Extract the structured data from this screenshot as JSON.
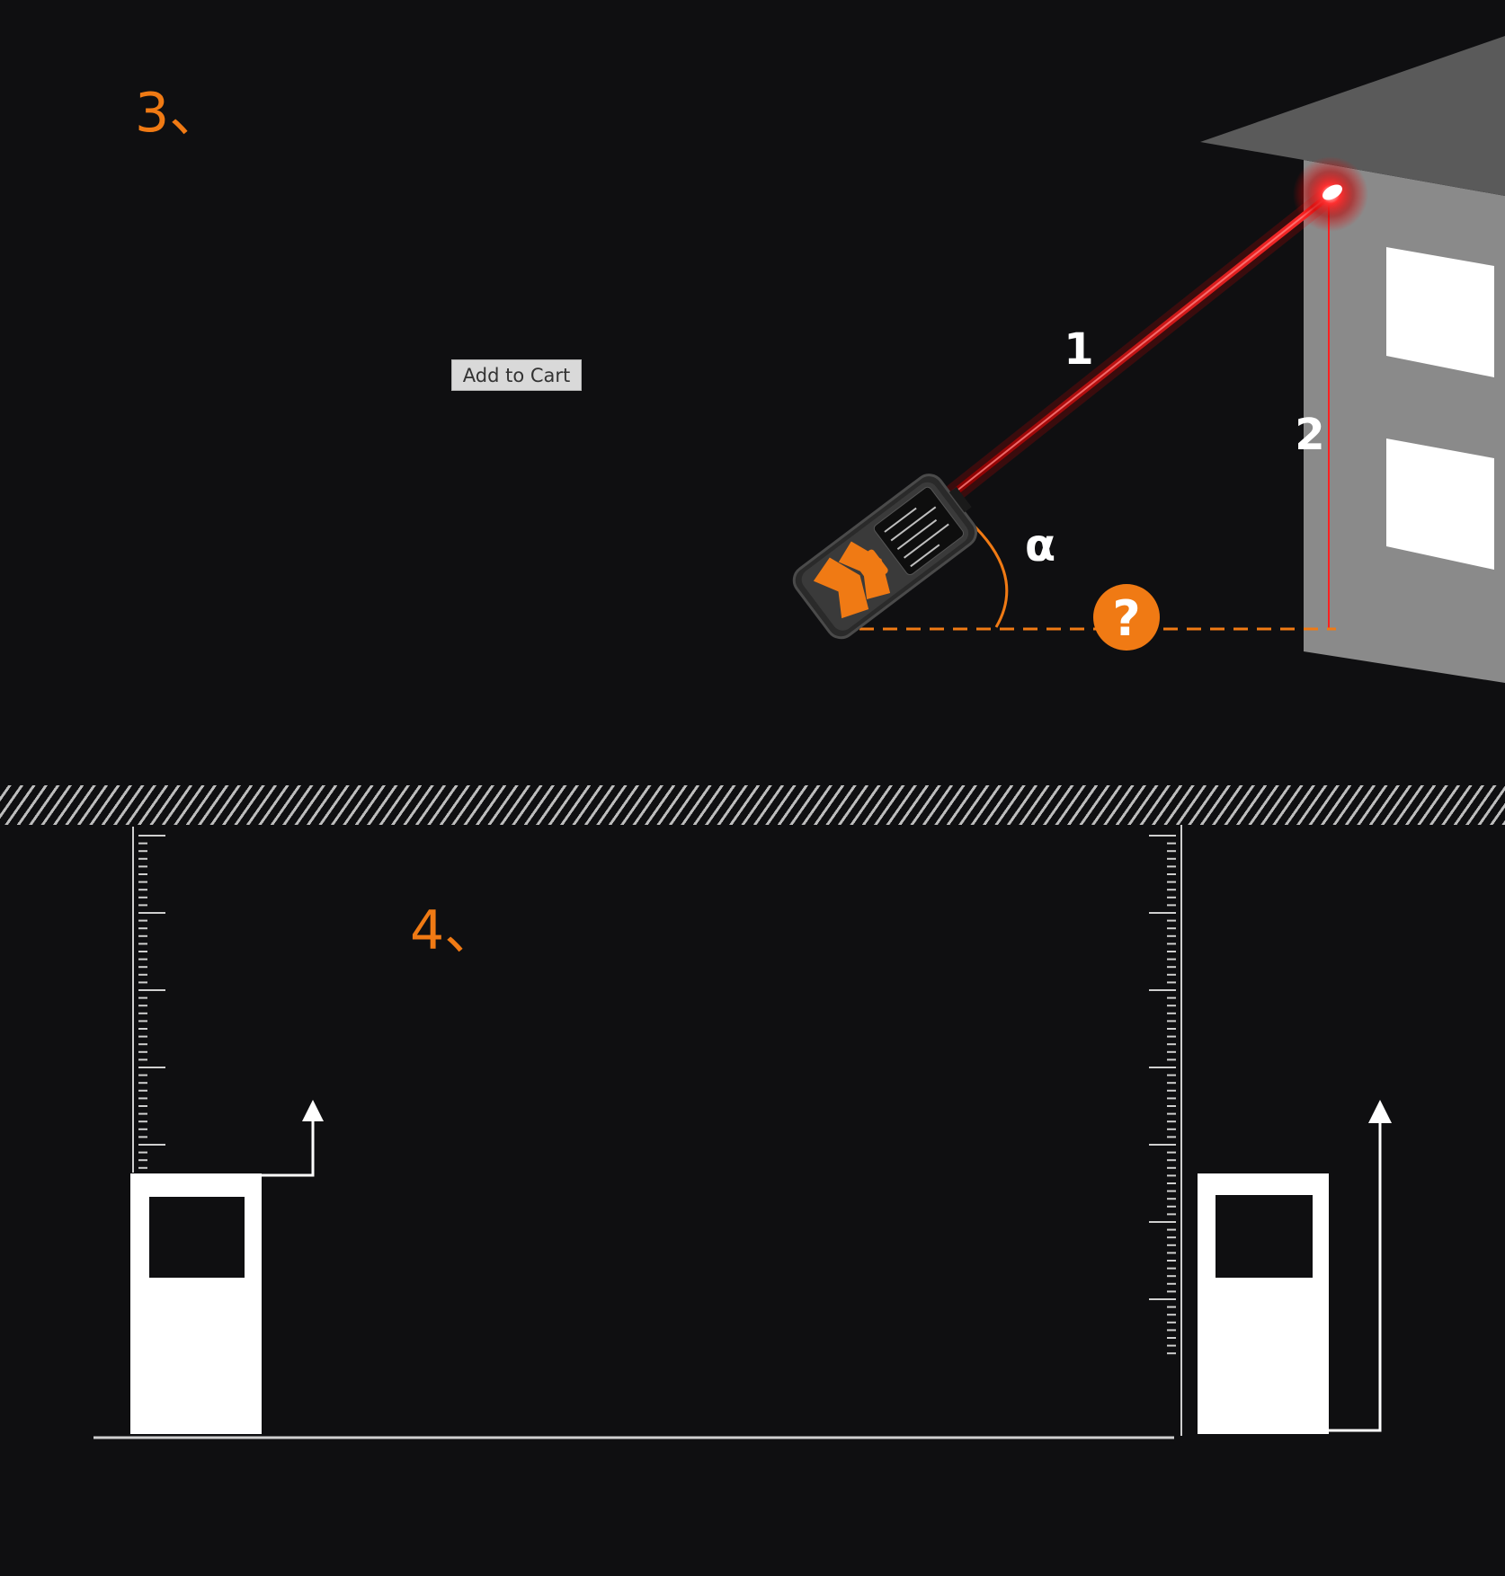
{
  "steps": {
    "top": "3、",
    "bottom": "4、"
  },
  "button": {
    "add_to_cart": "Add to Cart"
  },
  "diagram_top": {
    "label_hypotenuse": "1",
    "label_height": "2",
    "label_angle": "α",
    "unknown_marker": "?"
  },
  "colors": {
    "background": "#0f0f11",
    "accent_orange": "#f07a14",
    "laser_red": "#ff1a1a",
    "building_front": "#8a8a8a",
    "building_roof": "#5a5a5a"
  },
  "icons": {
    "measuring_device": "laser-rangefinder-icon",
    "building": "building-icon",
    "question": "question-mark-icon"
  }
}
